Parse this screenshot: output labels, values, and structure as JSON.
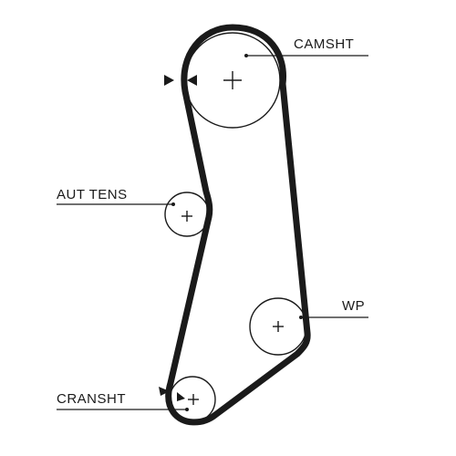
{
  "labels": {
    "camshaft": "CAMSHT",
    "tensioner": "AUT TENS",
    "water_pump": "WP",
    "crankshaft": "CRANSHT"
  },
  "colors": {
    "ink": "#1a1a1a",
    "background": "#ffffff"
  }
}
